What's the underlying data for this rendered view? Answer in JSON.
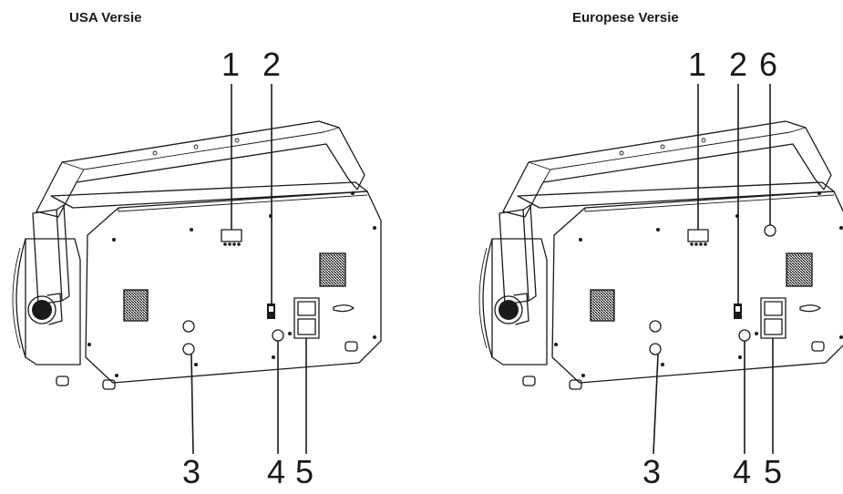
{
  "titles": {
    "usa": "USA Versie",
    "eu": "Europese Versie"
  },
  "usa_callouts": {
    "c1": "1",
    "c2": "2",
    "c3": "3",
    "c4": "4",
    "c5": "5"
  },
  "eu_callouts": {
    "c1": "1",
    "c2": "2",
    "c3": "3",
    "c4": "4",
    "c5": "5",
    "c6": "6"
  }
}
